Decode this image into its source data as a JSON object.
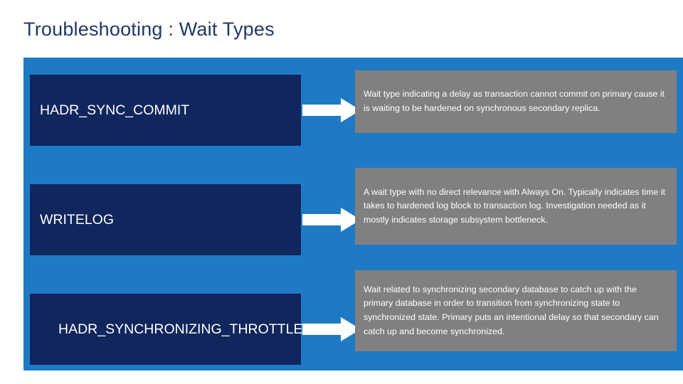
{
  "slide": {
    "title": "Troubleshooting : Wait Types",
    "colors": {
      "title_text": "#1f3864",
      "band_background": "#1f7ac6",
      "term_box": "#10265c",
      "description_box": "#808080",
      "arrow": "#ffffff",
      "text_on_dark": "#ffffff"
    },
    "rows": [
      {
        "term": "HADR_SYNC_COMMIT",
        "arrow_icon": "right-arrow-icon",
        "description": "Wait type indicating a delay as transaction cannot commit on primary cause it is waiting to be hardened on synchronous secondary replica."
      },
      {
        "term": "WRITELOG",
        "arrow_icon": "right-arrow-icon",
        "description": "A wait type with no direct relevance with Always On. Typically indicates time it takes to hardened log block to transaction log. Investigation needed as it mostly indicates storage subsystem bottleneck."
      },
      {
        "term": "HADR_SYNCHRONIZING_THROTTLE",
        "arrow_icon": "right-arrow-icon",
        "description": "Wait related to synchronizing secondary database to catch up with the primary database in order to transition from synchronizing state to synchronized state. Primary puts an intentional delay so that secondary can catch up and become synchronized."
      }
    ]
  }
}
